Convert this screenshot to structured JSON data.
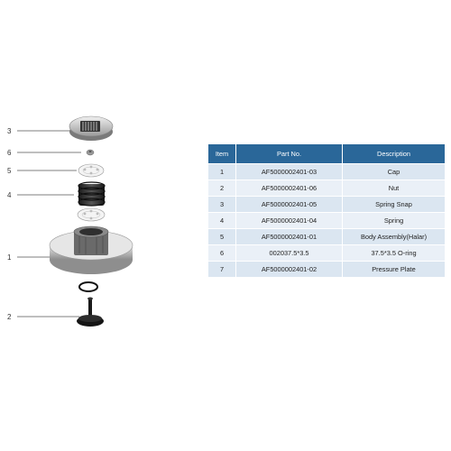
{
  "callouts": [
    {
      "id": "callout-3",
      "label": "3"
    },
    {
      "id": "callout-6",
      "label": "6"
    },
    {
      "id": "callout-5",
      "label": "5"
    },
    {
      "id": "callout-4",
      "label": "4"
    },
    {
      "id": "callout-1",
      "label": "1"
    },
    {
      "id": "callout-2",
      "label": "2"
    }
  ],
  "table": {
    "headers": {
      "item": "Item",
      "part": "Part No.",
      "desc": "Description"
    },
    "rows": [
      {
        "item": "1",
        "part": "AF5000002401-03",
        "desc": "Cap"
      },
      {
        "item": "2",
        "part": "AF5000002401-06",
        "desc": "Nut"
      },
      {
        "item": "3",
        "part": "AF5000002401-05",
        "desc": "Spring Snap"
      },
      {
        "item": "4",
        "part": "AF5000002401-04",
        "desc": "Spring"
      },
      {
        "item": "5",
        "part": "AF5000002401-01",
        "desc": "Body Assembly(Halar)"
      },
      {
        "item": "6",
        "part": "002037.5*3.5",
        "desc": "37.5*3.5 O-ring"
      },
      {
        "item": "7",
        "part": "AF5000002401-02",
        "desc": "Pressure Plate"
      }
    ]
  },
  "colors": {
    "header_bg": "#2a6799",
    "row_light": "#dbe6f1",
    "row_lighter": "#eaf0f7"
  }
}
